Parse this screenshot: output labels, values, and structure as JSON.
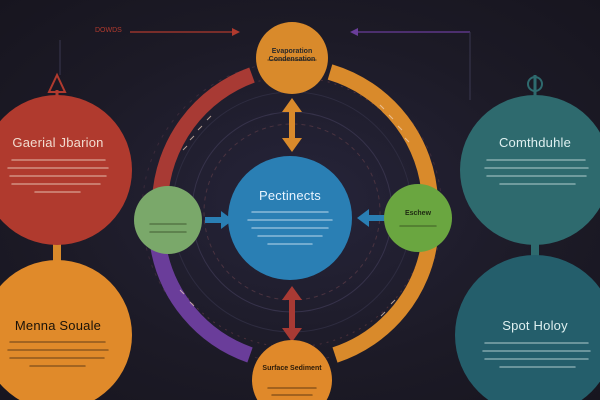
{
  "header": {
    "top_left_text": "DOWDS"
  },
  "nodes": {
    "top": {
      "title": "Evaporation Condensation",
      "color": "#d98a2b"
    },
    "center": {
      "title": "Pectinects",
      "color": "#2a7fb4"
    },
    "left_small": {
      "title": "",
      "color": "#7aa86a"
    },
    "right_small": {
      "title": "Eschew",
      "color": "#6aa640"
    },
    "bottom": {
      "title": "Surface Sediment",
      "color": "#e0892a"
    },
    "left_upper": {
      "title": "Gaerial Jbarion",
      "color": "#b03a2e"
    },
    "left_lower": {
      "title": "Menna Souale",
      "color": "#e08a2a"
    },
    "right_upper": {
      "title": "Comthduhle",
      "color": "#2e6a6e"
    },
    "right_lower": {
      "title": "Spot Holoy",
      "color": "#245e6b"
    }
  },
  "palette": {
    "background": "#1c1a26",
    "ring_red": "#a83a34",
    "ring_orange": "#d98a2b",
    "ring_purple": "#6a3d9a",
    "arrow_blue": "#2a7fb4",
    "arrow_teal": "#2e6a6e"
  }
}
